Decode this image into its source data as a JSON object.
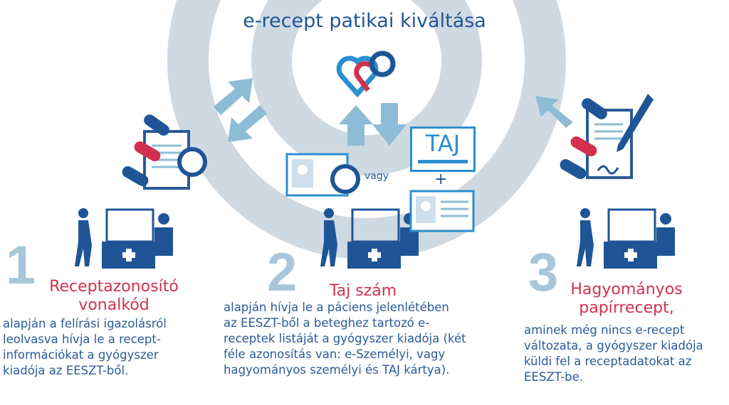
{
  "title": "e-recept patikai kiváltása",
  "center_logo": "e",
  "steps": [
    {
      "number": "1",
      "heading": "Receptazonosító vonalkód",
      "text": [
        "alapján a felírási igazolásról",
        "leolvasva hívja le a recept-",
        "információkat a gyógyszer",
        "kiadója az EESZT-ből."
      ]
    },
    {
      "number": "2",
      "heading": "Taj szám",
      "text": [
        "alapján hívja le a páciens jelenlétében",
        "az EESZT-ből a beteghez tartozó e-",
        "receptek listáját a gyógyszer kiadója (két",
        "féle azonosítás van: e-Személyi, vagy",
        "hagyományos személyi és TAJ kártya)."
      ]
    },
    {
      "number": "3",
      "heading": "Hagyományos papírrecept",
      "heading_suffix": ",",
      "text": [
        "aminek még nincs e-recept",
        "változata, a gyógyszer kiadója",
        "küldi fel a receptadatokat az",
        "EESZT-be."
      ]
    }
  ],
  "id_cards": {
    "or_label": "vagy",
    "taj_label": "TAJ",
    "plus": "+",
    "eid_logo": "e"
  },
  "colors": {
    "title": "#1f5597",
    "heading": "#d1314f",
    "body": "#2b5a98",
    "numbers": "#a7c6da",
    "rings": "#cfd9e2",
    "arrows": "#8dbcd6"
  }
}
